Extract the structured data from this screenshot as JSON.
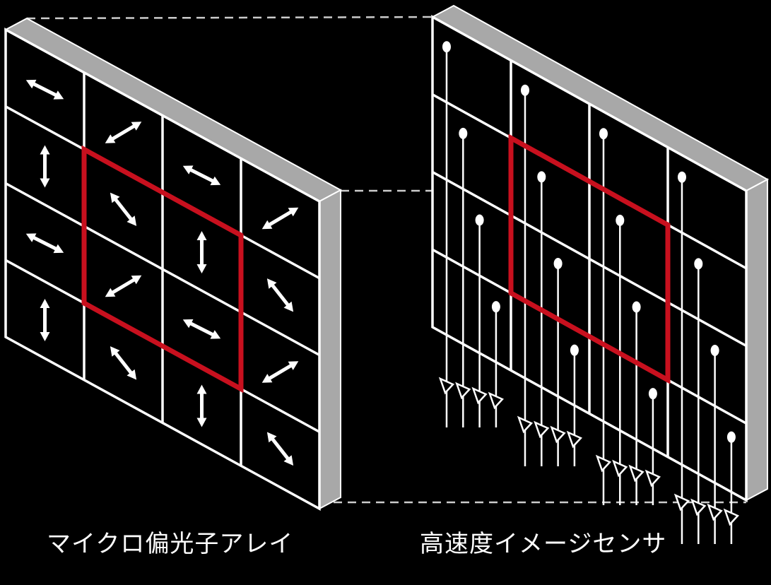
{
  "labels": {
    "left_panel": "マイクロ偏光子アレイ",
    "right_panel": "高速度イメージセンサ"
  },
  "colors": {
    "background": "#000000",
    "grid_line": "#ffffff",
    "panel_edge": "#a8a8a8",
    "highlight": "#c8101e",
    "dashed_line": "#cccccc"
  },
  "polarizer_array": {
    "rows": 4,
    "cols": 4,
    "orientations_deg": [
      [
        0,
        45,
        0,
        45
      ],
      [
        90,
        135,
        90,
        135
      ],
      [
        0,
        45,
        0,
        45
      ],
      [
        90,
        135,
        90,
        135
      ]
    ],
    "highlight_block": {
      "row_start": 1,
      "col_start": 1,
      "size": 2
    }
  },
  "image_sensor": {
    "rows": 4,
    "cols": 4,
    "readout_lines_per_column": 4,
    "highlight_block": {
      "row_start": 1,
      "col_start": 1,
      "size": 2
    }
  }
}
